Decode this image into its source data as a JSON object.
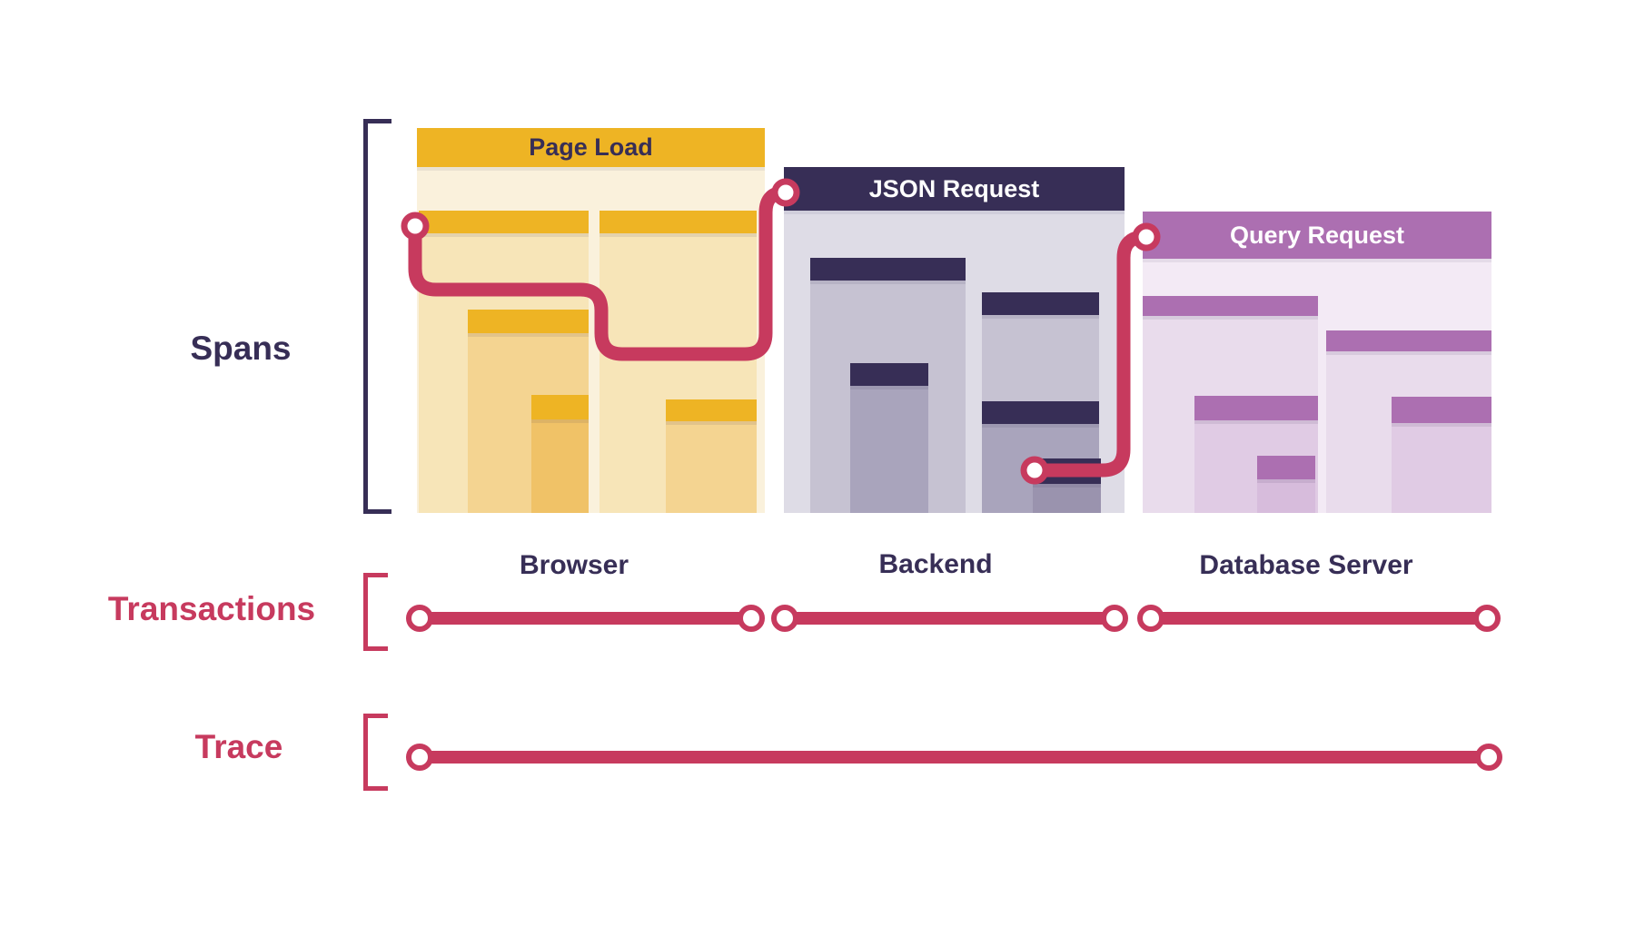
{
  "diagram": {
    "row_labels": {
      "spans": "Spans",
      "transactions": "Transactions",
      "trace": "Trace"
    },
    "panels": [
      {
        "title": "Page Load",
        "caption": "Browser"
      },
      {
        "title": "JSON Request",
        "caption": "Backend"
      },
      {
        "title": "Query Request",
        "caption": "Database Server"
      }
    ],
    "colors": {
      "accent_red": "#C73A5E",
      "navy": "#372E56",
      "yellow": "#EEB424",
      "purple": "#AC6FB1",
      "page_load_body": "#FAF1DC",
      "page_load_level1": "#F7E5B8",
      "page_load_level2": "#F4D491",
      "page_load_level3": "#F0C267",
      "backend_body": "#DEDCE6",
      "backend_level1": "#C6C2D2",
      "backend_level2": "#A9A4BC",
      "backend_level3": "#9A93AE",
      "query_body": "#F3EAF5",
      "query_level1": "#E9DCEC",
      "query_level2": "#E0CBE4",
      "query_level3": "#D7BCDC",
      "background": "#FFFFFF"
    }
  }
}
